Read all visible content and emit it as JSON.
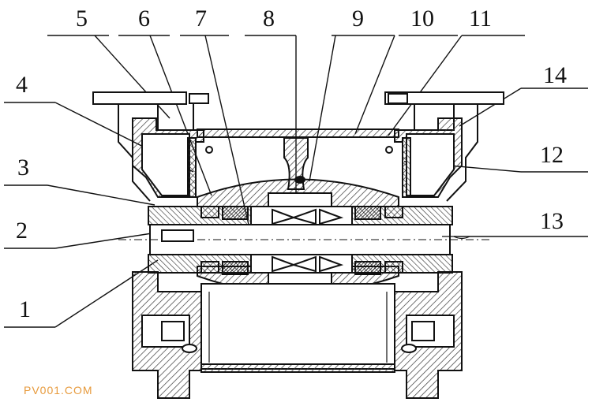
{
  "labels": [
    "1",
    "2",
    "3",
    "4",
    "5",
    "6",
    "7",
    "8",
    "9",
    "10",
    "11",
    "12",
    "13",
    "14"
  ],
  "watermark": "PV001.COM",
  "colors": {
    "ink": "#111111",
    "hatch": "#333333",
    "watermark": "#e79a3c"
  }
}
